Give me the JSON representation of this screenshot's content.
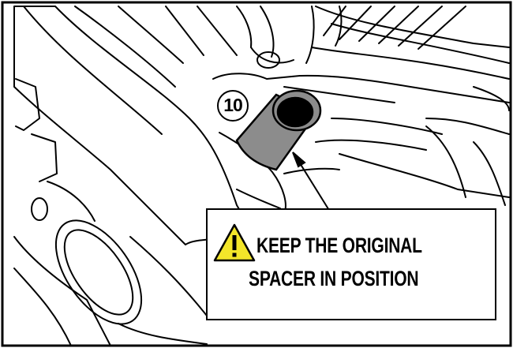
{
  "step_number": "10",
  "warning_text": {
    "line1": "KEEP THE ORIGINAL",
    "line2": "SPACER IN POSITION"
  },
  "icons": {
    "warning": "warning-triangle-icon"
  },
  "colors": {
    "warning_yellow": "#f3e62a",
    "spacer_gray": "#8c8c8c",
    "line_art": "#000000"
  }
}
